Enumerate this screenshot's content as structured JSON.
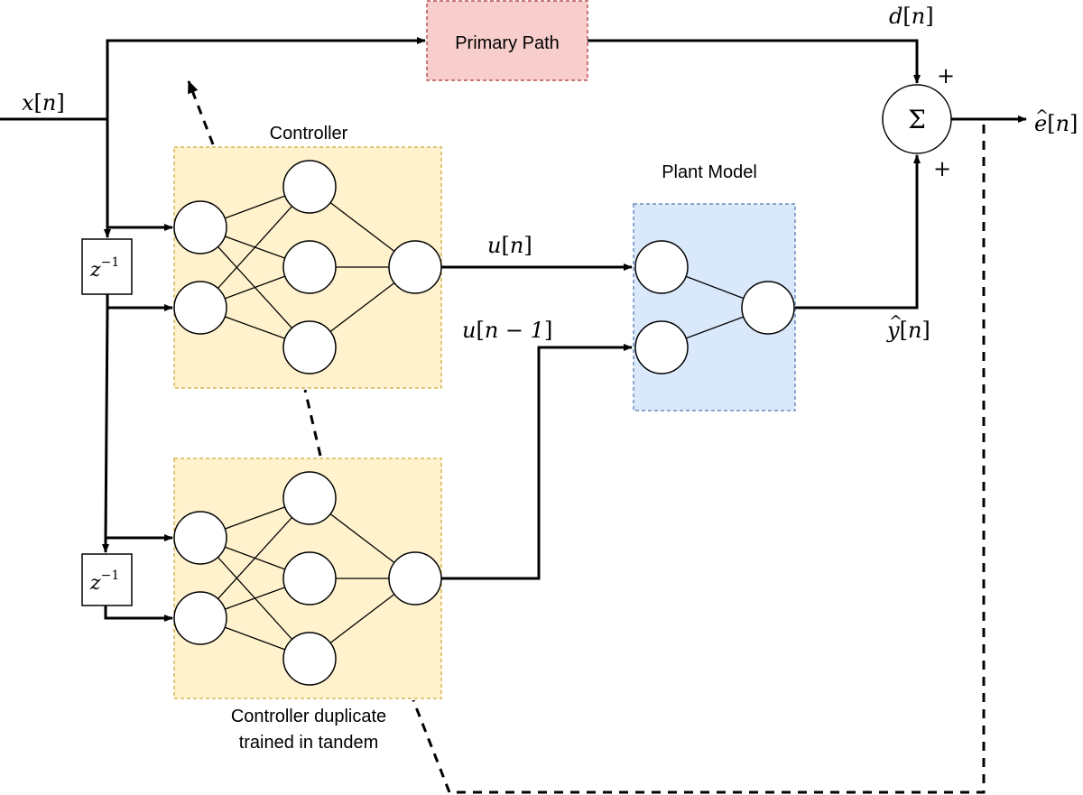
{
  "labels": {
    "primary_path": "Primary Path",
    "controller": "Controller",
    "plant_model": "Plant Model",
    "controller_duplicate_line1": "Controller duplicate",
    "controller_duplicate_line2": "trained in tandem",
    "sum_symbol": "Σ",
    "plus_top": "+",
    "plus_bottom": "+"
  },
  "signals": {
    "x_var": "x",
    "x_idx": "n",
    "d_var": "d",
    "d_idx": "n",
    "e_var": "e",
    "e_hat": "^",
    "e_idx": "n",
    "u_var": "u",
    "u_idx": "n",
    "u1_var": "u",
    "u1_idx": "n − 1",
    "y_var": "y",
    "y_hat": "^",
    "y_idx": "n"
  },
  "delays": {
    "top": {
      "base": "z",
      "exp": "−1"
    },
    "bottom": {
      "base": "z",
      "exp": "−1"
    }
  },
  "colors": {
    "primary_fill": "#f8cecc",
    "primary_stroke": "#b85450",
    "controller_fill": "#fff2cc",
    "controller_stroke": "#d6b656",
    "plant_fill": "#dae8fc",
    "plant_stroke": "#6c8ebf"
  }
}
